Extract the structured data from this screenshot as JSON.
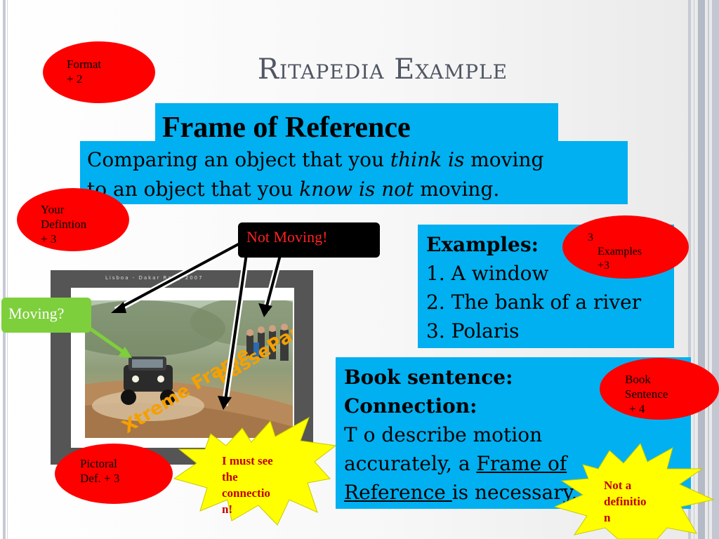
{
  "title": "Ritapedia Example",
  "frame_title": "Frame of Reference",
  "definition": {
    "line1_a": "Comparing an object that you ",
    "line1_em": "think is",
    "line1_b": " moving",
    "line2_a": "to an object that you ",
    "line2_em": "know is not",
    "line2_b": " moving."
  },
  "examples": {
    "heading": "Examples:",
    "items": [
      "1. A window",
      "2. The bank of a river",
      "3. Polaris"
    ]
  },
  "book": {
    "heading1": "Book sentence:",
    "heading2": "Connection:",
    "line1": "T o describe motion",
    "line2_a": "accurately, a ",
    "line2_u": "Frame of",
    "line3_u": "Reference ",
    "line3_b": "is necessary."
  },
  "ovals": {
    "format": [
      "Format",
      "+ 2"
    ],
    "definition": [
      "Your",
      "Defintion",
      "+ 3"
    ],
    "examples": [
      "3",
      "Examples",
      "+3"
    ],
    "book": [
      "Book",
      "Sentence",
      "+ 4"
    ],
    "pictoral": [
      "Pictoral",
      "Def. + 3"
    ]
  },
  "labels": {
    "not_moving": "Not Moving!",
    "moving": "Moving?"
  },
  "bursts": {
    "connection": [
      "I must see",
      "the",
      "connectio",
      "n!"
    ],
    "not_definition": [
      "Not a",
      "definitio",
      "n"
    ]
  },
  "photo": {
    "caption": "Lisboa - Dakar Rally 2007",
    "watermark_a": "Xtreme Frame",
    "watermark_b": "PassePart"
  },
  "colors": {
    "box": "#00b0f0",
    "oval": "#ff0000",
    "burst": "#ffff00",
    "burst_text": "#c00000",
    "label_green": "#7ecf3c"
  }
}
